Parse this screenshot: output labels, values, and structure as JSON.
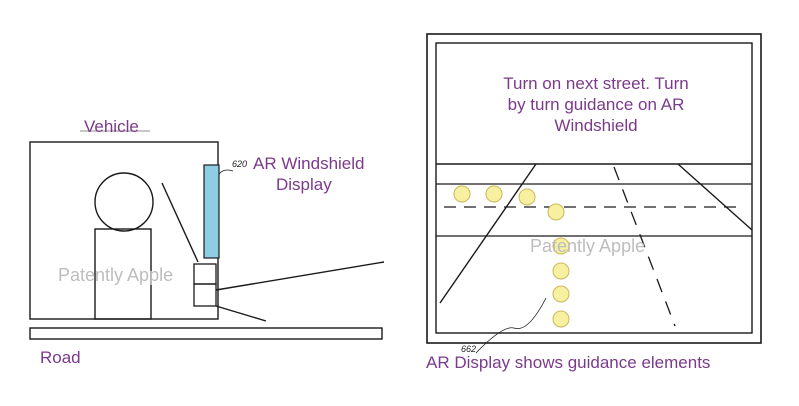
{
  "labels": {
    "vehicle": "Vehicle",
    "ar_windshield_line1": "AR Windshield",
    "ar_windshield_line2": "Display",
    "ref_620": "620",
    "road": "Road",
    "guidance_line1": "Turn on next street. Turn",
    "guidance_line2": "by turn guidance on AR",
    "guidance_line3": "Windshield",
    "ref_662": "662",
    "caption": "AR Display shows guidance elements",
    "watermark": "Patently Apple"
  },
  "colors": {
    "label": "#7b3a8c",
    "windshield": "#8ecde3",
    "dot_fill": "#f6f0a0",
    "watermark": "#bdbdbd"
  }
}
